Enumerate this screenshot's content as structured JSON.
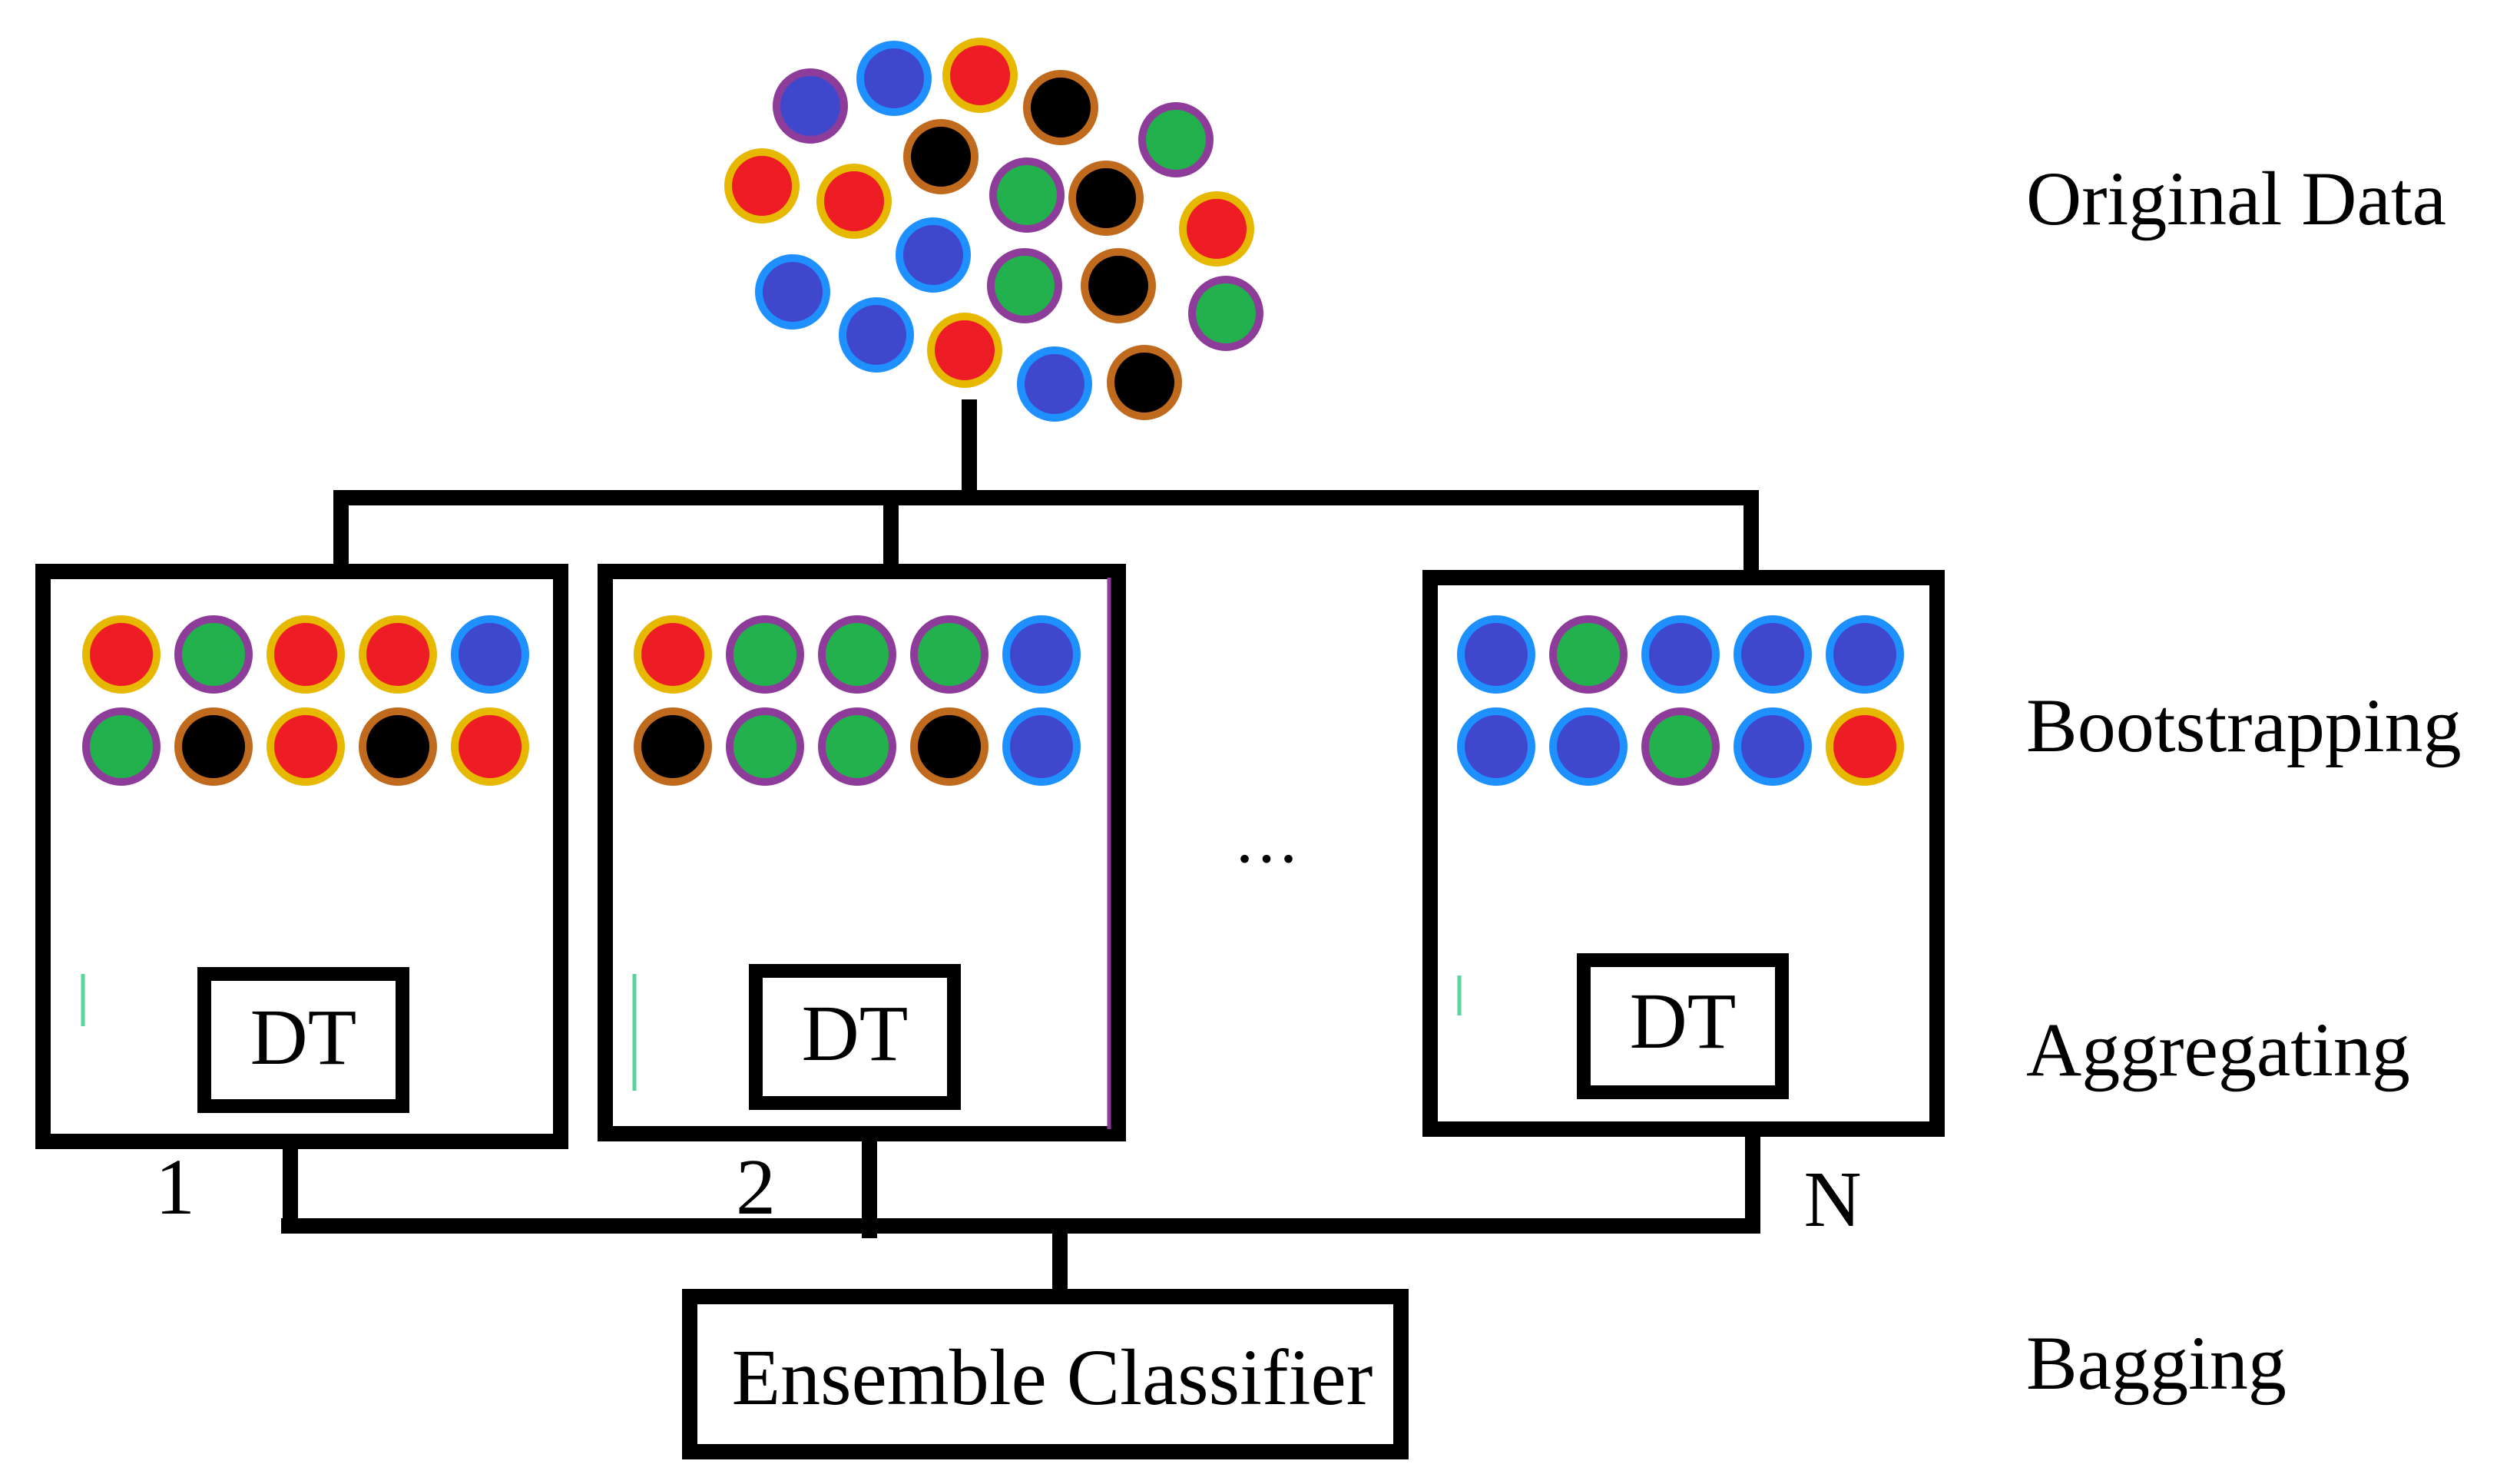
{
  "stage_labels": {
    "original_data": "Original Data",
    "bootstrapping": "Bootstrapping",
    "aggregating": "Aggregating",
    "bagging": "Bagging"
  },
  "colors": {
    "red": {
      "fill": "#ee1c24",
      "ring": "#e6b800"
    },
    "green": {
      "fill": "#22b14c",
      "ring": "#8e3c9a"
    },
    "blue": {
      "fill": "#3f48cc",
      "ring": "#1e90ff"
    },
    "black": {
      "fill": "#000000",
      "ring": "#c06a1e"
    },
    "purple": {
      "fill": "#3f48cc",
      "ring": "#8e3c9a"
    }
  },
  "original_data_points": [
    "purple",
    "blue",
    "red",
    "black",
    "green",
    "red",
    "red",
    "black",
    "green",
    "black",
    "red",
    "blue",
    "blue",
    "green",
    "black",
    "green",
    "blue",
    "red",
    "blue",
    "black"
  ],
  "bags": [
    {
      "index_label": "1",
      "classifier_label": "DT",
      "samples": [
        [
          "red",
          "green",
          "red",
          "red",
          "blue"
        ],
        [
          "green",
          "black",
          "red",
          "black",
          "red"
        ]
      ]
    },
    {
      "index_label": "2",
      "classifier_label": "DT",
      "samples": [
        [
          "red",
          "green",
          "green",
          "green",
          "blue"
        ],
        [
          "black",
          "green",
          "green",
          "black",
          "blue"
        ]
      ]
    },
    {
      "index_label": "N",
      "classifier_label": "DT",
      "samples": [
        [
          "blue",
          "green",
          "blue",
          "blue",
          "blue"
        ],
        [
          "blue",
          "blue",
          "green",
          "blue",
          "red"
        ]
      ]
    }
  ],
  "ellipsis": "...",
  "ensemble_label": "Ensemble Classifier"
}
